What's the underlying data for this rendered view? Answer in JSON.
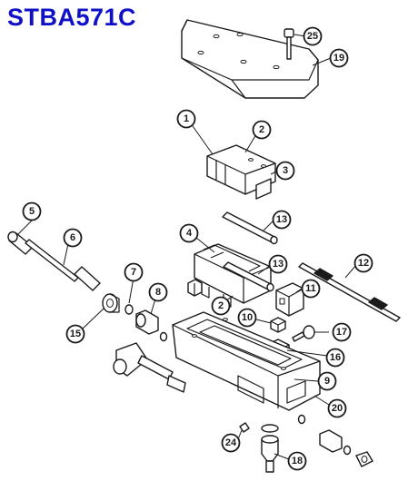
{
  "title": "STBA571C",
  "colors": {
    "title": "#1010c8",
    "line": "#1a1a1a",
    "background": "#ffffff"
  },
  "callouts": [
    {
      "id": "c25",
      "label": "25"
    },
    {
      "id": "c19",
      "label": "19"
    },
    {
      "id": "c1",
      "label": "1"
    },
    {
      "id": "c2a",
      "label": "2"
    },
    {
      "id": "c3",
      "label": "3"
    },
    {
      "id": "c5",
      "label": "5"
    },
    {
      "id": "c6",
      "label": "6"
    },
    {
      "id": "c13a",
      "label": "13"
    },
    {
      "id": "c4",
      "label": "4"
    },
    {
      "id": "c13b",
      "label": "13"
    },
    {
      "id": "c12",
      "label": "12"
    },
    {
      "id": "c7",
      "label": "7"
    },
    {
      "id": "c8",
      "label": "8"
    },
    {
      "id": "c11",
      "label": "11"
    },
    {
      "id": "c2b",
      "label": "2"
    },
    {
      "id": "c15",
      "label": "15"
    },
    {
      "id": "c10",
      "label": "10"
    },
    {
      "id": "c17",
      "label": "17"
    },
    {
      "id": "c16",
      "label": "16"
    },
    {
      "id": "c9",
      "label": "9"
    },
    {
      "id": "c20",
      "label": "20"
    },
    {
      "id": "c24",
      "label": "24"
    },
    {
      "id": "c18",
      "label": "18"
    }
  ]
}
